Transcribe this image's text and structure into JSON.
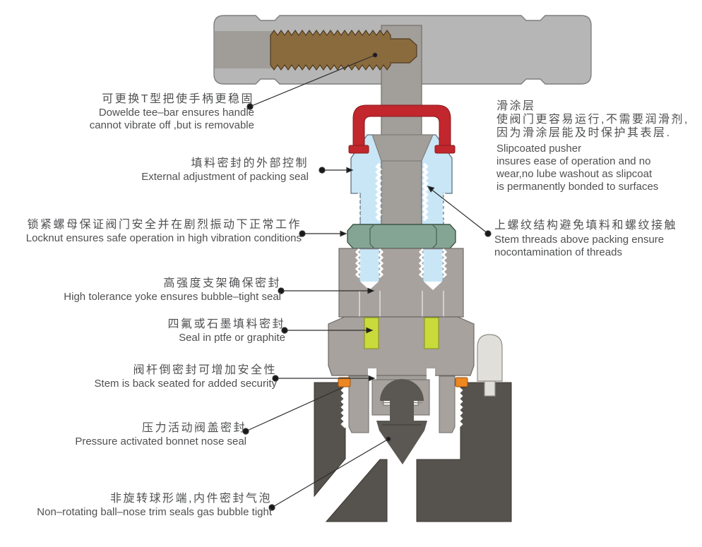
{
  "labels": {
    "teebar": {
      "zh": "可更换T型把使手柄更稳固",
      "en": [
        "Dowelde tee–bar ensures handle",
        "cannot vibrate off ,but is removable"
      ]
    },
    "packing_adjust": {
      "zh": "填料密封的外部控制",
      "en": [
        "External adjustment of packing seal"
      ]
    },
    "locknut": {
      "zh": "锁紧螺母保证阀门安全并在剧烈振动下正常工作",
      "en": [
        "Locknut ensures safe operation in high vibration conditions"
      ]
    },
    "yoke": {
      "zh": "高强度支架确保密封",
      "en": [
        "High tolerance yoke ensures bubble–tight seal"
      ]
    },
    "packing_seal": {
      "zh": "四氟或石墨填料密封",
      "en": [
        "Seal in ptfe or graphite"
      ]
    },
    "backseat": {
      "zh": "阀杆倒密封可增加安全性",
      "en": [
        "Stem is back seated for added security"
      ]
    },
    "bonnet_nose": {
      "zh": "压力活动阀盖密封",
      "en": [
        "Pressure activated bonnet nose seal"
      ]
    },
    "ball_nose": {
      "zh": "非旋转球形端,内件密封气泡",
      "en": [
        "Non–rotating ball–nose trim seals gas bubble tight"
      ]
    },
    "slipcoat": {
      "zh": [
        "滑涂层",
        "使阀门更容易运行,不需要润滑剂,",
        "因为滑涂层能及时保护其表层."
      ],
      "en": [
        "Slipcoated pusher",
        "insures ease of operation and no",
        "wear,no lube washout as slipcoat",
        "is permanently bonded to surfaces"
      ]
    },
    "stem_threads": {
      "zh": "上螺纹结构避免填料和螺纹接触",
      "en": [
        "Stem threads above packing ensure",
        "nocontamination of threads"
      ]
    }
  },
  "palette": {
    "handle_gray": "#b6b6b6",
    "stem_gray": "#a29e9a",
    "tee_bar_brown": "#8a6b3e",
    "clip_red": "#c1272d",
    "gland_blue": "#c9e6f6",
    "locknut_green": "#84a593",
    "body_gray": "#a7a29d",
    "packing_yellow": "#c9da3b",
    "seal_orange": "#ec8722",
    "body_dark": "#56524d",
    "pin_light": "#e0dfda",
    "text_gray": "#4f5052"
  }
}
